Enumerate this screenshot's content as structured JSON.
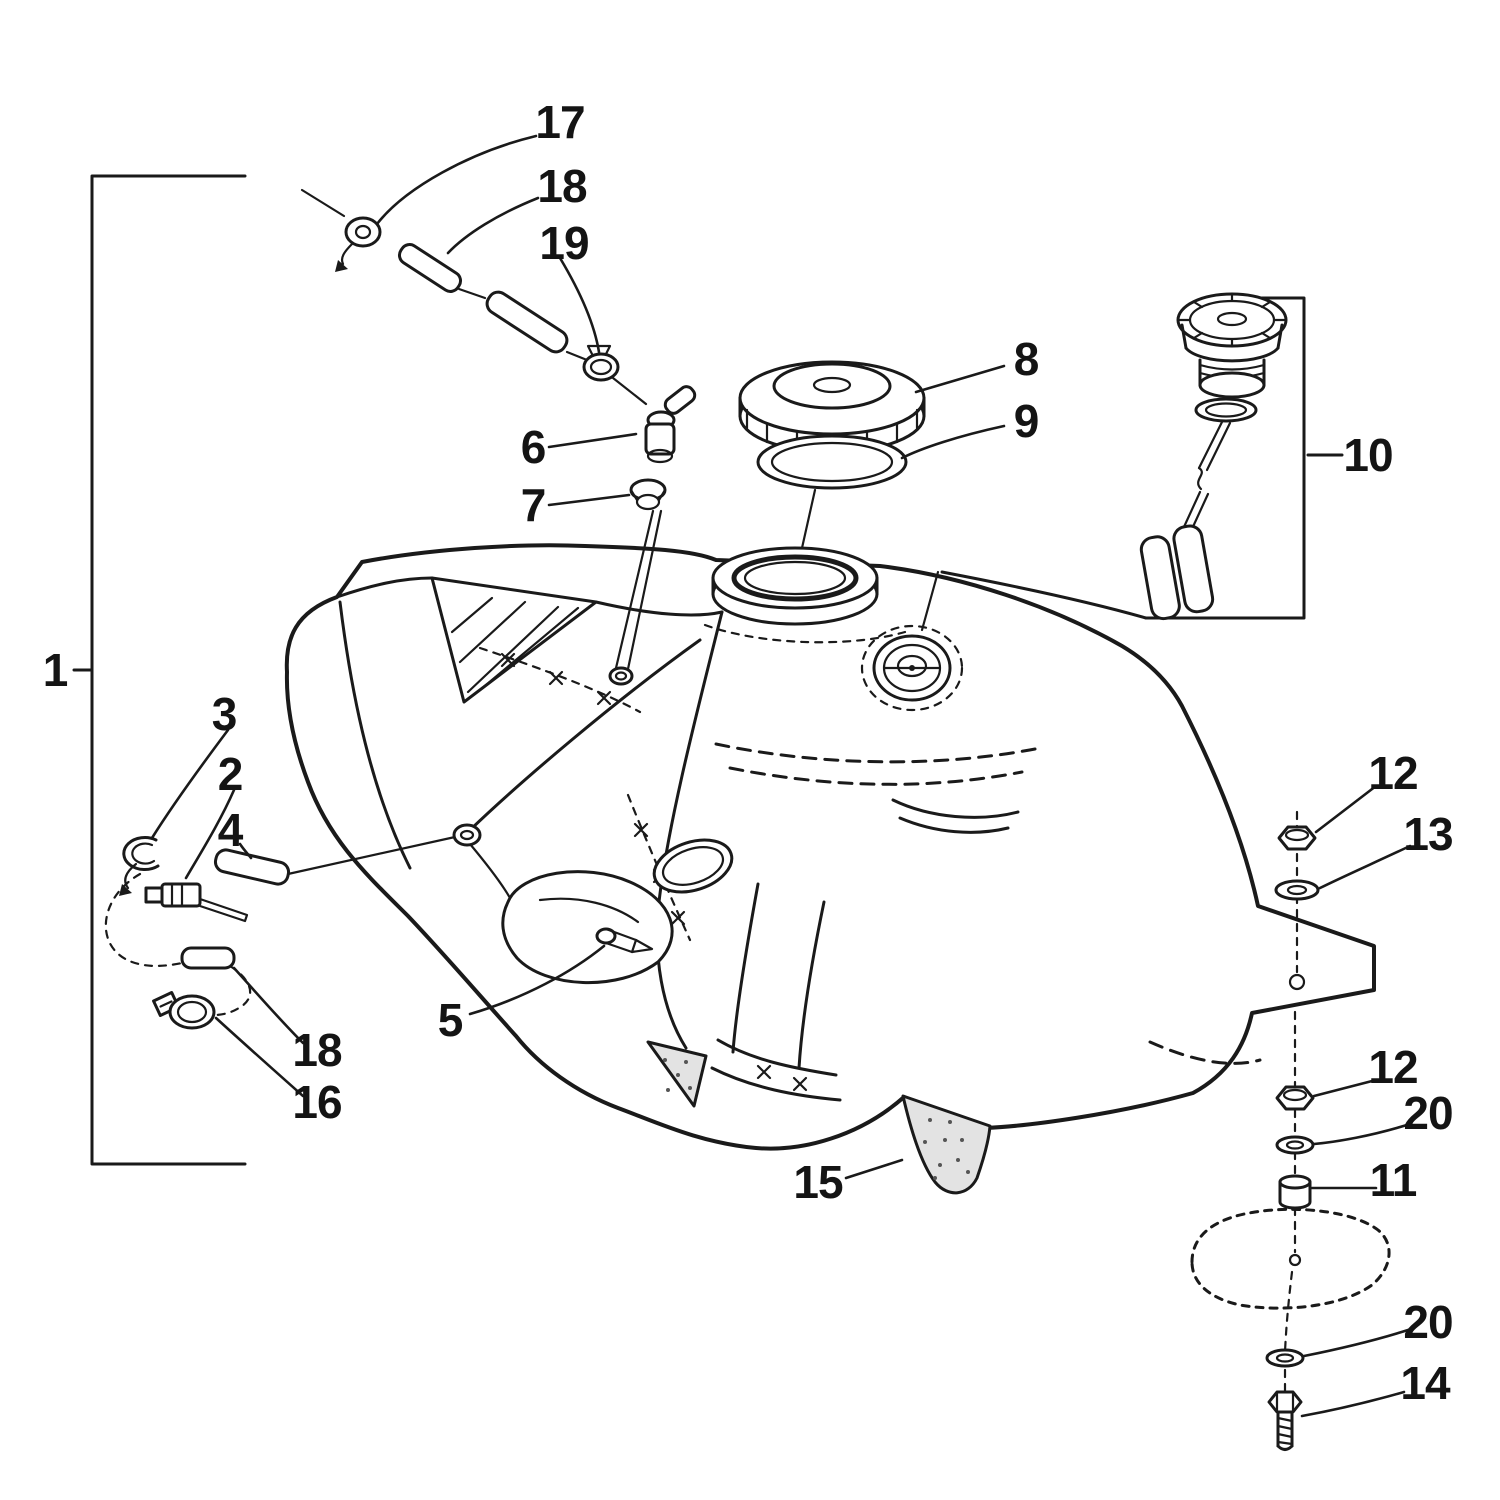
{
  "figure": {
    "background": "#ffffff",
    "line_color": "#1a1a1a",
    "callouts": [
      {
        "label": "17"
      },
      {
        "label": "18"
      },
      {
        "label": "19"
      },
      {
        "label": "6"
      },
      {
        "label": "7"
      },
      {
        "label": "8"
      },
      {
        "label": "9"
      },
      {
        "label": "10"
      },
      {
        "label": "1"
      },
      {
        "label": "3"
      },
      {
        "label": "2"
      },
      {
        "label": "4"
      },
      {
        "label": "12"
      },
      {
        "label": "13"
      },
      {
        "label": "5"
      },
      {
        "label": "18"
      },
      {
        "label": "16"
      },
      {
        "label": "15"
      },
      {
        "label": "12"
      },
      {
        "label": "20"
      },
      {
        "label": "11"
      },
      {
        "label": "20"
      },
      {
        "label": "14"
      }
    ]
  }
}
